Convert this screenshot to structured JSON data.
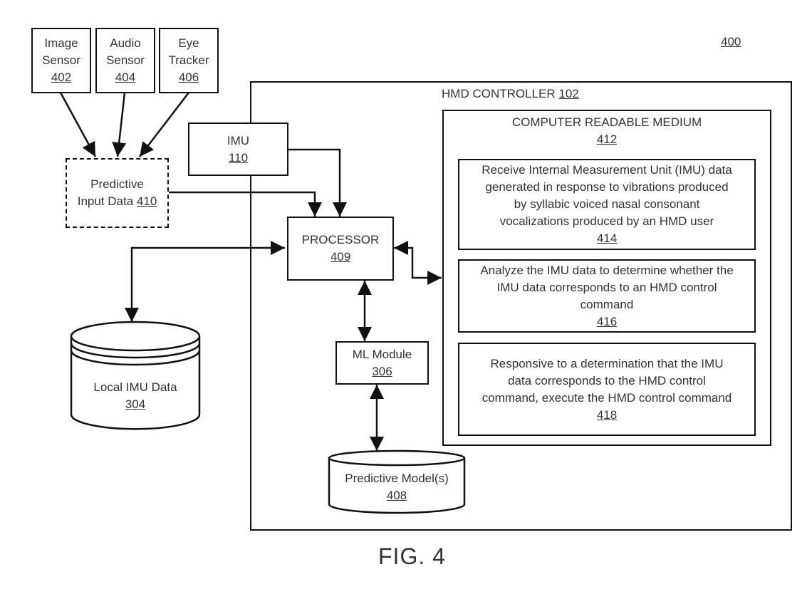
{
  "figure": {
    "ref_number": "400",
    "caption": "FIG. 4"
  },
  "sensors": [
    {
      "line1": "Image",
      "line2": "Sensor",
      "ref": "402"
    },
    {
      "line1": "Audio",
      "line2": "Sensor",
      "ref": "404"
    },
    {
      "line1": "Eye",
      "line2": "Tracker",
      "ref": "406"
    }
  ],
  "predictive_input": {
    "line1": "Predictive",
    "line2": "Input Data",
    "ref": "410"
  },
  "imu": {
    "label": "IMU",
    "ref": "110"
  },
  "hmd_controller": {
    "label": "HMD CONTROLLER",
    "ref": "102"
  },
  "processor": {
    "label": "PROCESSOR",
    "ref": "409"
  },
  "local_imu_data": {
    "label": "Local IMU Data",
    "ref": "304"
  },
  "ml_module": {
    "label": "ML Module",
    "ref": "306"
  },
  "predictive_models": {
    "label": "Predictive Model(s)",
    "ref": "408"
  },
  "crm": {
    "label": "COMPUTER READABLE MEDIUM",
    "ref": "412",
    "steps": [
      {
        "lines": [
          "Receive Internal Measurement Unit (IMU) data",
          "generated in response to vibrations produced",
          "by syllabic voiced nasal consonant",
          "vocalizations produced by an HMD user"
        ],
        "ref": "414"
      },
      {
        "lines": [
          "Analyze the IMU data to determine whether the",
          "IMU data corresponds to an HMD control",
          "command"
        ],
        "ref": "416"
      },
      {
        "lines": [
          "Responsive to a determination that the IMU",
          "data corresponds to the HMD control",
          "command, execute the HMD control command"
        ],
        "ref": "418"
      }
    ]
  }
}
